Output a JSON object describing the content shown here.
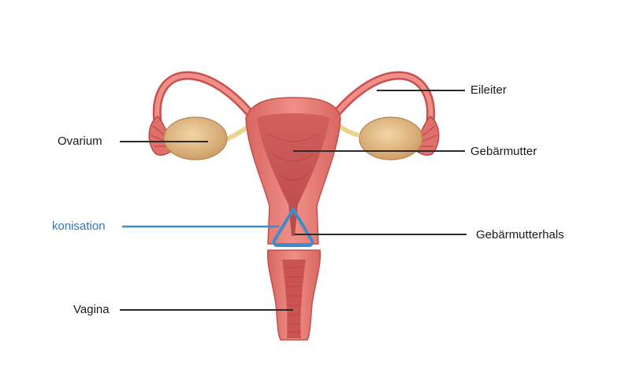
{
  "labels": {
    "fallopian_tube": "Eileiter",
    "ovary": "Ovarium",
    "uterus": "Gebärmutter",
    "conization": "konisation",
    "cervix": "Gebärmutterhals",
    "vagina": "Vagina"
  },
  "colors": {
    "tissue": "#e27b78",
    "tissue_dark": "#c9504f",
    "tissue_light": "#f2a59e",
    "ovary": "#d9b07a",
    "ovary_light": "#f0d3a2",
    "ligament": "#ecd38d",
    "leader_line": "#2b2b2b",
    "highlight": "#3d8ccc",
    "highlight_text": "#2e77c0"
  }
}
